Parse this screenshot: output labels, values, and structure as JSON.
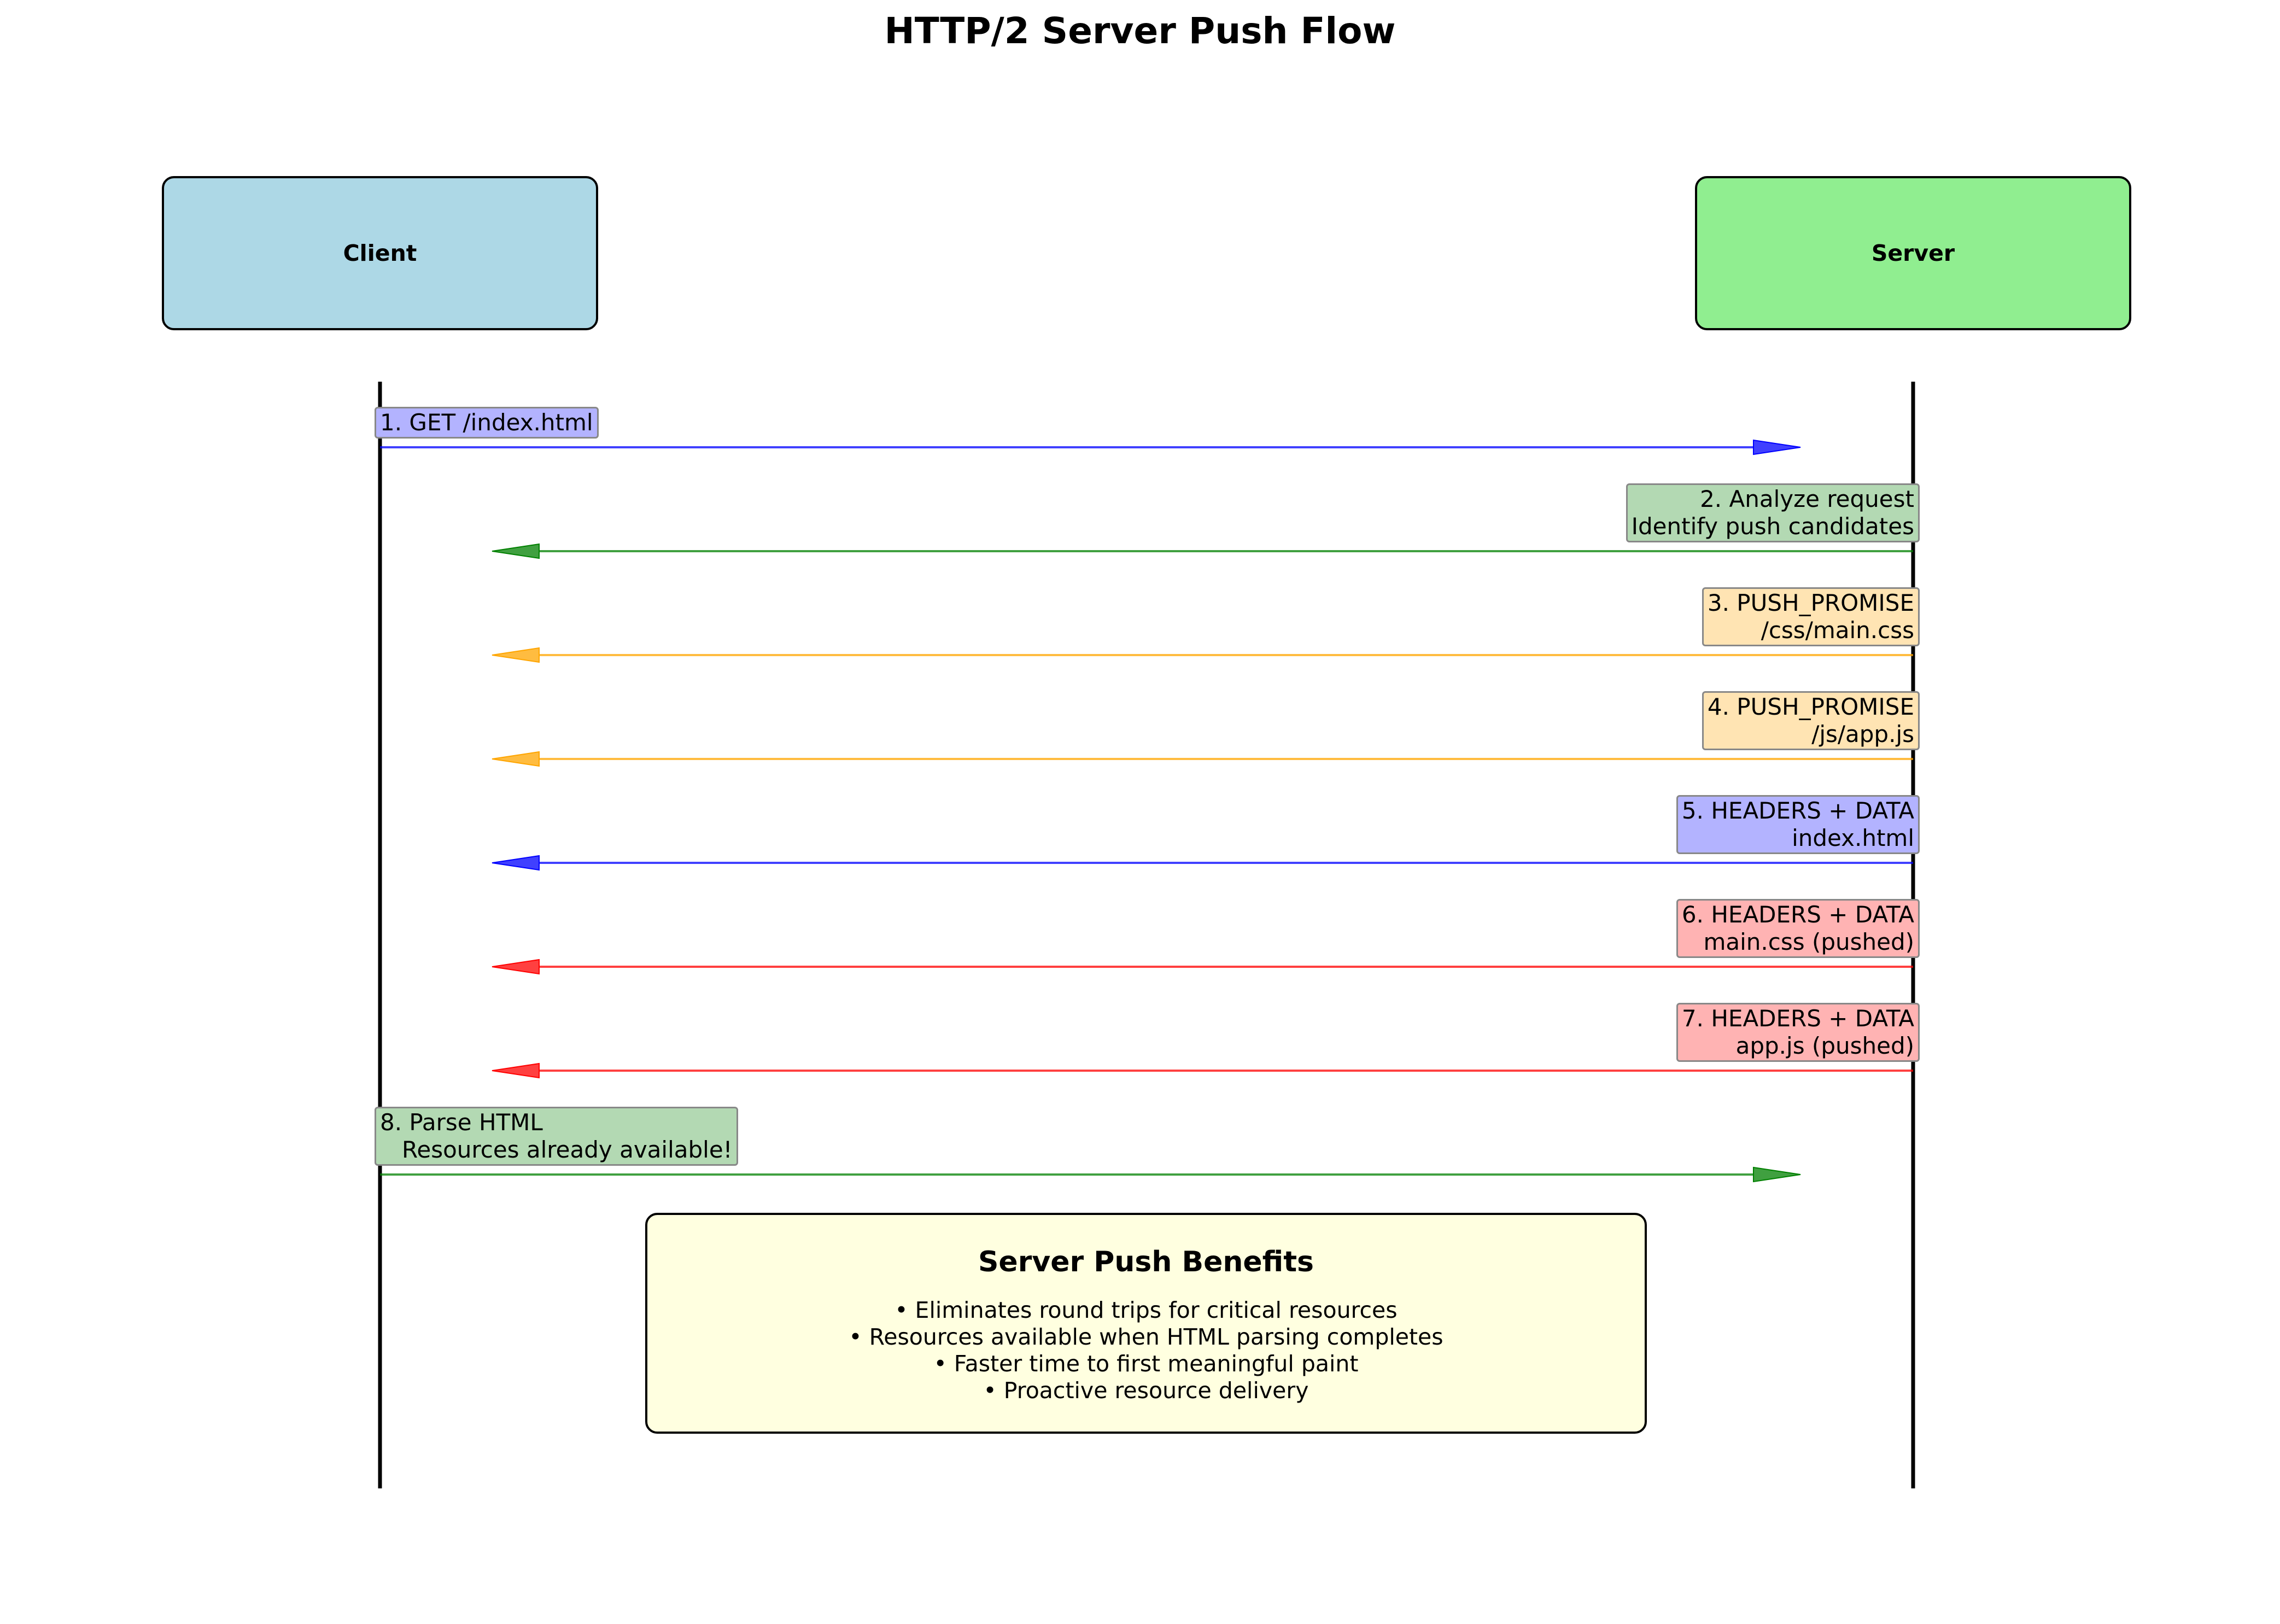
{
  "title": "HTTP/2 Server Push Flow",
  "actors": {
    "client": {
      "label": "Client",
      "color": "#add8e6"
    },
    "server": {
      "label": "Server",
      "color": "#90ee90"
    }
  },
  "messages": [
    {
      "id": "m1",
      "direction": "client-to-server",
      "color": "#0000ff",
      "box_color": "#b3b3ff",
      "lines": [
        "1. GET /index.html"
      ]
    },
    {
      "id": "m2",
      "direction": "server-to-client",
      "color": "#008000",
      "box_color": "#b3d9b3",
      "lines": [
        "2. Analyze request",
        "Identify push candidates"
      ]
    },
    {
      "id": "m3",
      "direction": "server-to-client",
      "color": "#ffa500",
      "box_color": "#ffe4b3",
      "lines": [
        "3. PUSH_PROMISE",
        "/css/main.css"
      ]
    },
    {
      "id": "m4",
      "direction": "server-to-client",
      "color": "#ffa500",
      "box_color": "#ffe4b3",
      "lines": [
        "4. PUSH_PROMISE",
        "/js/app.js"
      ]
    },
    {
      "id": "m5",
      "direction": "server-to-client",
      "color": "#0000ff",
      "box_color": "#b3b3ff",
      "lines": [
        "5. HEADERS + DATA",
        "index.html"
      ]
    },
    {
      "id": "m6",
      "direction": "server-to-client",
      "color": "#ff0000",
      "box_color": "#ffb3b3",
      "lines": [
        "6. HEADERS + DATA",
        "main.css (pushed)"
      ]
    },
    {
      "id": "m7",
      "direction": "server-to-client",
      "color": "#ff0000",
      "box_color": "#ffb3b3",
      "lines": [
        "7. HEADERS + DATA",
        "app.js (pushed)"
      ]
    },
    {
      "id": "m8",
      "direction": "client-to-server",
      "color": "#008000",
      "box_color": "#b3d9b3",
      "lines": [
        "8. Parse HTML",
        "   Resources already available!"
      ]
    }
  ],
  "benefits": {
    "title": "Server Push Benefits",
    "items": [
      "• Eliminates round trips for critical resources",
      "• Resources available when HTML parsing completes",
      "• Faster time to first meaningful paint",
      "• Proactive resource delivery"
    ]
  }
}
